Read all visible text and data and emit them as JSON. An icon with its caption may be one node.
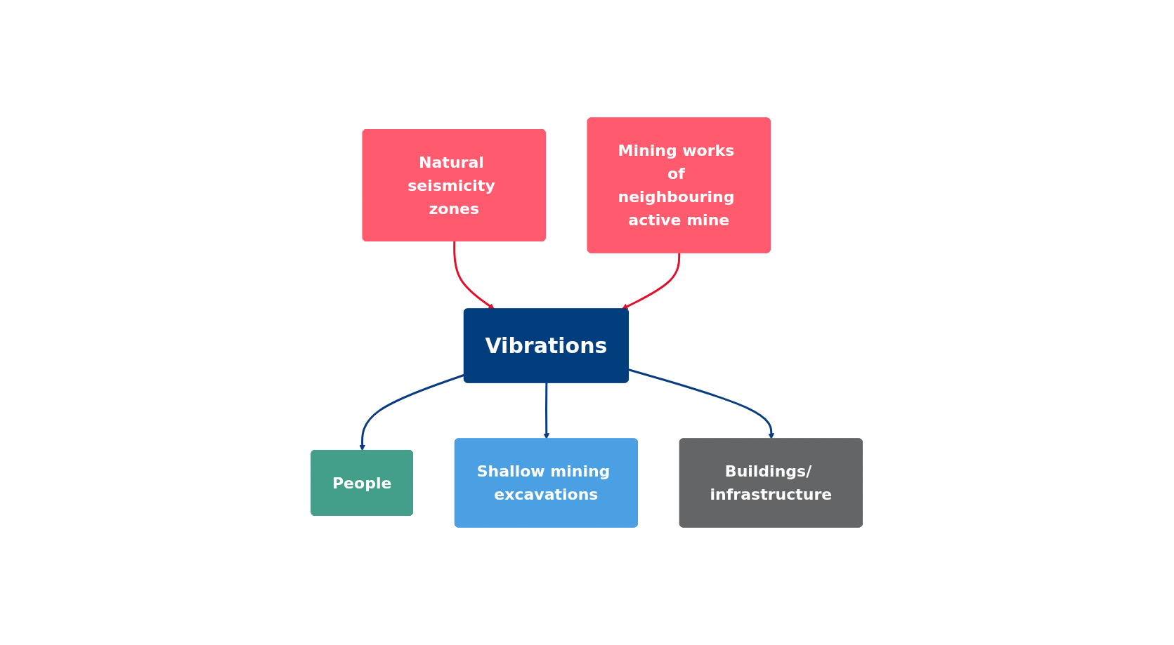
{
  "diagram": {
    "nodes": [
      {
        "text": [
          "People"
        ]
      },
      {
        "text": [
          "Natural seismicity zones"
        ]
      },
      {
        "text": [
          "Mining works of neighbouring active mine"
        ]
      },
      {
        "text": [
          "Vibrations"
        ]
      },
      {
        "text": [
          "Shallow mining excavations"
        ]
      },
      {
        "text": [
          "Buildings/ infrastructure"
        ]
      }
    ],
    "edges": [
      {
        "from": 3,
        "to": 0,
        "arrow": "to"
      },
      {
        "from": 1,
        "to": 3,
        "arrow": "to",
        "color": "#e0102a"
      },
      {
        "from": 2,
        "to": 3,
        "arrow": "to",
        "color": "#e0102a"
      },
      {
        "from": 3,
        "to": 4,
        "arrow": "to"
      },
      {
        "from": 3,
        "to": 5,
        "arrow": "to"
      }
    ]
  }
}
